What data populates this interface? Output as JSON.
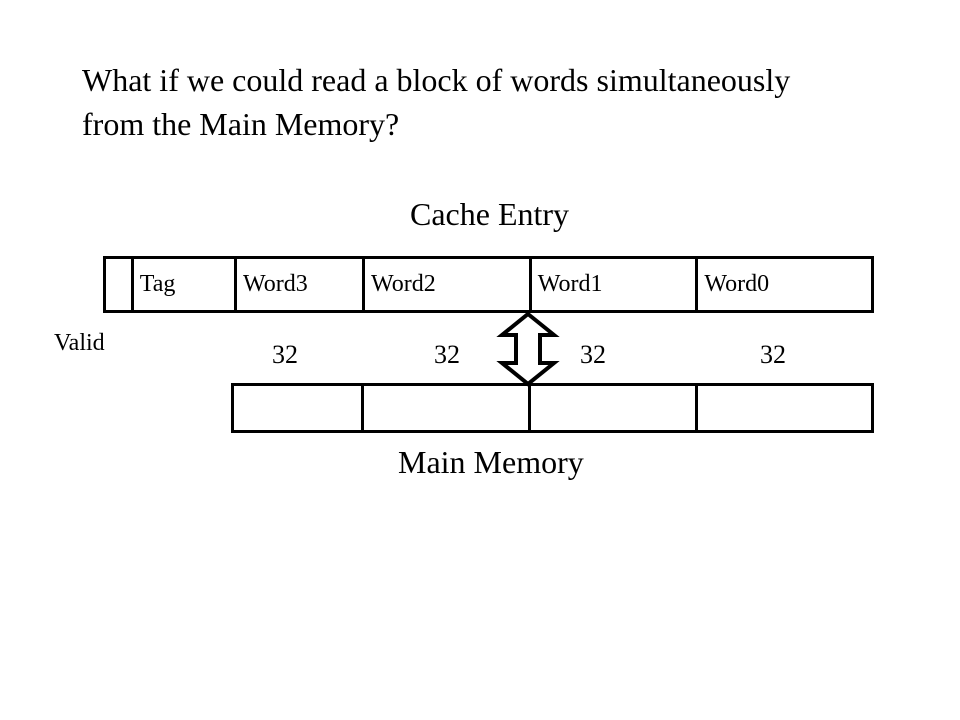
{
  "heading": {
    "line1": "What if we could read a block of words simultaneously",
    "line2": "from the Main Memory?"
  },
  "cache": {
    "title": "Cache Entry",
    "valid_label": "Valid",
    "fields": [
      "",
      "Tag",
      "Word3",
      "Word2",
      "Word1",
      "Word0"
    ]
  },
  "bit_widths": [
    "32",
    "32",
    "32",
    "32"
  ],
  "memory": {
    "title": "Main Memory",
    "blocks": 4
  },
  "transfer": {
    "icon": "double-headed-block-arrow-icon"
  }
}
